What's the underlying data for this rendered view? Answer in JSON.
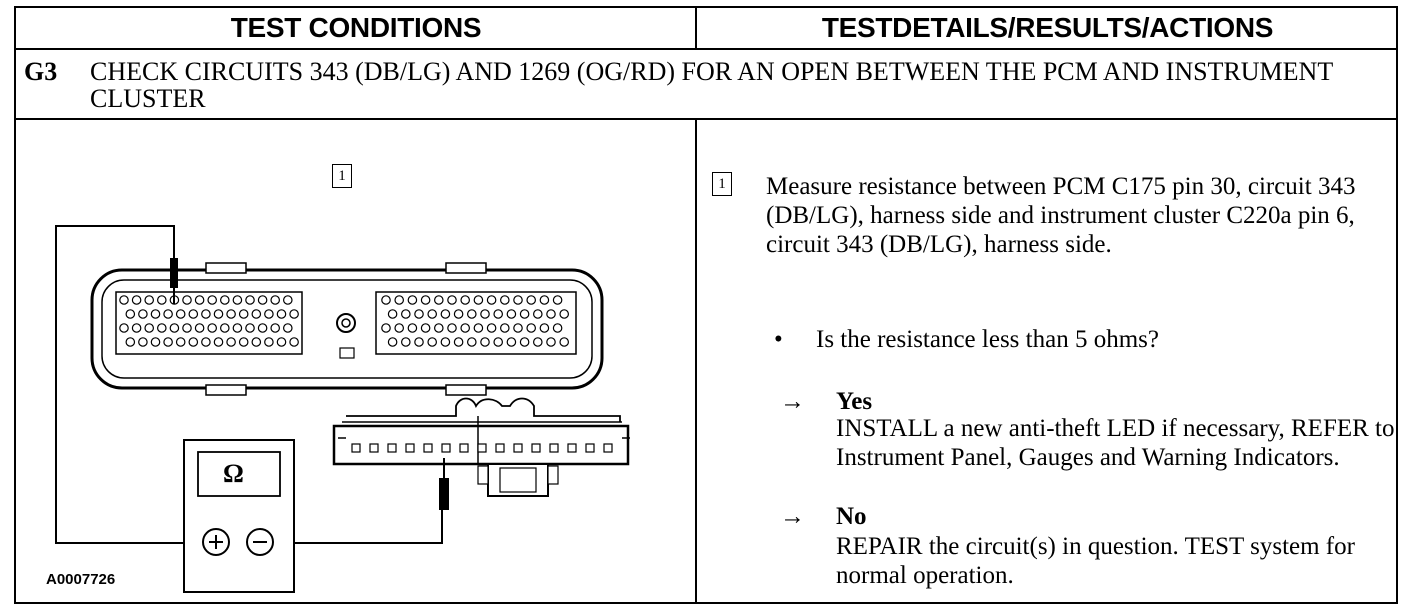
{
  "header": {
    "left": "TEST CONDITIONS",
    "right": "TESTDETAILS/RESULTS/ACTIONS"
  },
  "step": {
    "id": "G3",
    "title": "CHECK CIRCUITS 343 (DB/LG) AND 1269 (OG/RD) FOR AN OPEN BETWEEN THE PCM AND INSTRUMENT CLUSTER"
  },
  "diagram": {
    "callout": "1",
    "meter_symbol": "Ω",
    "figure_id": "A0007726",
    "icons": [
      "ohmmeter-icon",
      "pcm-connector-icon",
      "cluster-connector-icon",
      "test-probe-icon"
    ]
  },
  "details": {
    "callout": "1",
    "instruction": "Measure resistance between PCM C175 pin 30, circuit 343 (DB/LG), harness side and instrument cluster C220a pin 6, circuit 343 (DB/LG), harness side.",
    "question_bullet": "•",
    "question": "Is the resistance less than 5 ohms?",
    "arrow": "→",
    "yes": {
      "label": "Yes",
      "text": "INSTALL a new anti-theft LED if necessary, REFER to  Instrument Panel, Gauges  and Warning Indicators."
    },
    "no": {
      "label": "No",
      "text": "REPAIR the circuit(s) in question. TEST system for normal operation."
    }
  }
}
